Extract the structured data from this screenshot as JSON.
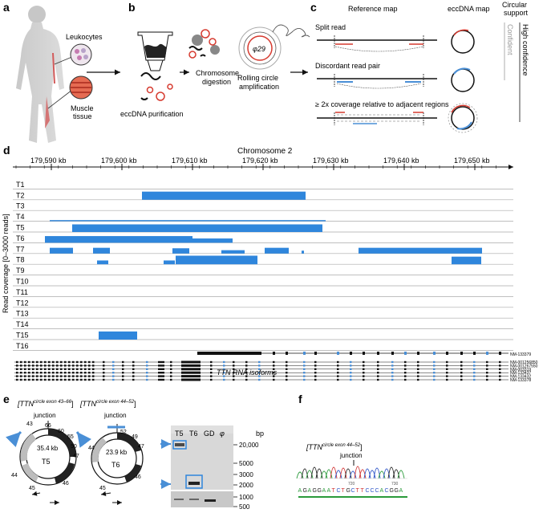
{
  "panels": {
    "a": {
      "letter": "a",
      "leukocytes": "Leukocytes",
      "muscle_line1": "Muscle",
      "muscle_line2": "tissue"
    },
    "b": {
      "letter": "b",
      "chromosome_line1": "Chromosome",
      "chromosome_line2": "digestion",
      "purification": "eccDNA purification",
      "phi29": "φ29",
      "rolling_line1": "Rolling circle",
      "rolling_line2": "amplification"
    },
    "c": {
      "letter": "c",
      "reference_map": "Reference map",
      "eccdna_map": "eccDNA map",
      "support_line1": "Circular",
      "support_line2": "support",
      "high_confidence": "High confidence",
      "confident": "Confident",
      "rows": [
        "Split read",
        "Discordant read pair",
        "≥ 2x coverage relative to adjacent regions"
      ]
    },
    "d": {
      "letter": "d",
      "chromosome": "Chromosome 2",
      "ticks": [
        "179,590 kb",
        "179,600 kb",
        "179,610 kb",
        "179,620 kb",
        "179,630 kb",
        "179,640 kb",
        "179,650 kb"
      ],
      "ylabel": "Read coverage [0–3000 reads]",
      "tracks": [
        "T1",
        "T2",
        "T3",
        "T4",
        "T5",
        "T6",
        "T7",
        "T8",
        "T9",
        "T10",
        "T11",
        "T12",
        "T13",
        "T14",
        "T15",
        "T16"
      ],
      "isoform_top": "NM-133379",
      "isoforms": [
        "NM-001256850",
        "NM-001267550",
        "NM-003319",
        "NM-133437",
        "NM-133432",
        "NM-133378"
      ],
      "isoform_label": "TTN RNA isoforms"
    },
    "e": {
      "letter": "e",
      "label1": "[TTN",
      "sup1": "circle exon 43–66",
      "close1": "]",
      "label2": "[TTN",
      "sup2": "circle exon 44–52",
      "close2": "]",
      "junction": "junction",
      "c1_size": "35.4 kb",
      "c1_name": "T5",
      "c1_exons": [
        "43",
        "66",
        "60",
        "55",
        "50",
        "47",
        "44",
        "45",
        "46"
      ],
      "c2_size": "23.9 kb",
      "c2_name": "T6",
      "c2_exons": [
        "52",
        "49",
        "47",
        "44",
        "45",
        "46"
      ],
      "gel_lanes": [
        "T5",
        "T6",
        "GD",
        "φ"
      ],
      "bp_unit": "bp",
      "bp": [
        "20,000",
        "5000",
        "3000",
        "2000",
        "1000",
        "500"
      ]
    },
    "f": {
      "letter": "f",
      "label": "[TTN",
      "sup": "circle exon 44–52",
      "close": "]",
      "junction": "junction",
      "ticks": [
        "720",
        "730"
      ],
      "sequence": [
        "A",
        "G",
        "A",
        "G",
        "G",
        "A",
        "A",
        "T",
        "C",
        "T",
        "G",
        "C",
        "T",
        "T",
        "C",
        "C",
        "C",
        "A",
        "C",
        "G",
        "G",
        "A"
      ]
    }
  },
  "colors": {
    "coverage": "#2f86dc",
    "arrow": "#4a8fd6",
    "red": "#d63a2f",
    "base_A": "#2a9a3a",
    "base_C": "#2a52c7",
    "base_G": "#222222",
    "base_T": "#d03030"
  }
}
